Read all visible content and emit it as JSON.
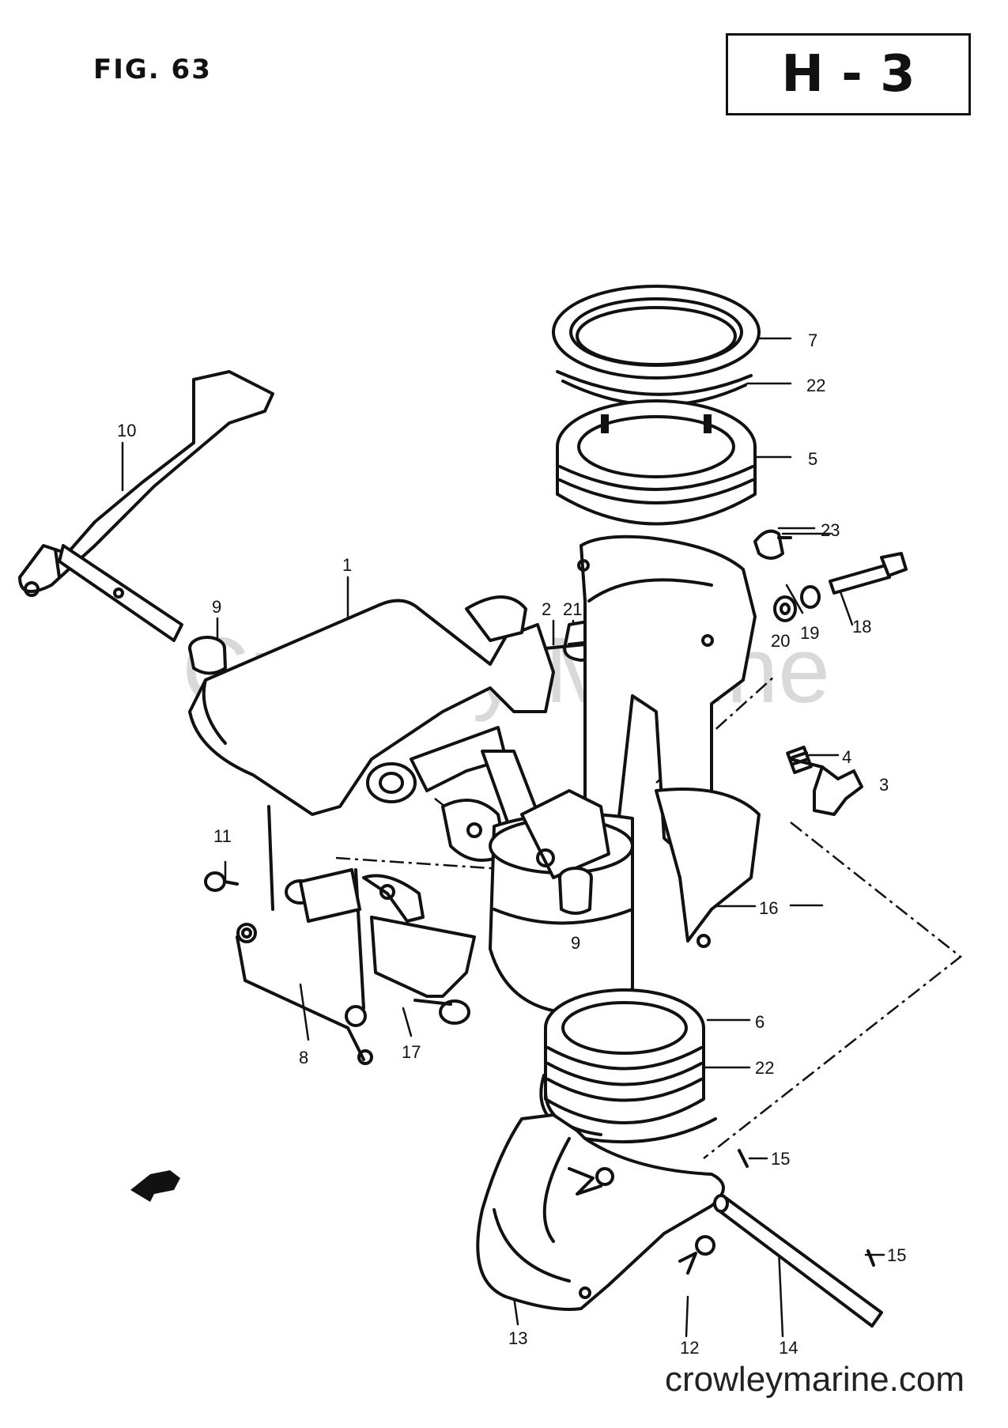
{
  "header": {
    "figure_label": "FIG. 63",
    "section_code": "H - 3"
  },
  "watermark": "Crowley Marine",
  "footer": {
    "url": "crowleymarine.com"
  },
  "callouts": [
    "1",
    "2",
    "3",
    "4",
    "5",
    "6",
    "7",
    "8",
    "9",
    "9",
    "10",
    "11",
    "12",
    "13",
    "14",
    "15",
    "15",
    "16",
    "17",
    "18",
    "19",
    "20",
    "21",
    "22",
    "22",
    "23"
  ],
  "direction_marker": "FWD"
}
